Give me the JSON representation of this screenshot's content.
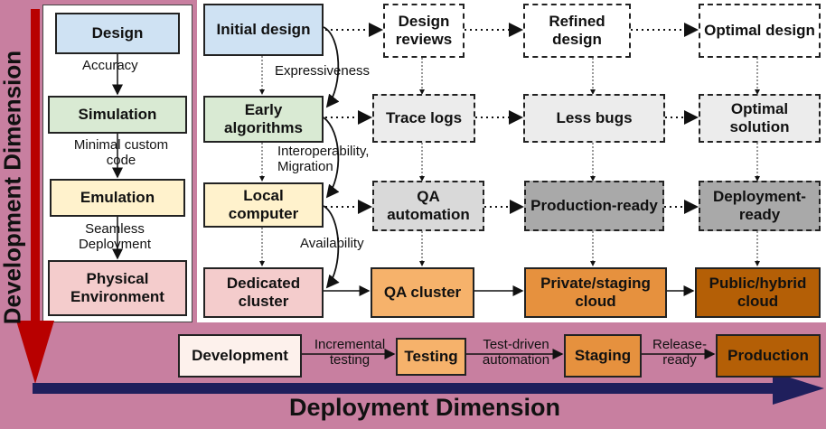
{
  "colors": {
    "background": "#c87fa0",
    "white_panel": "#ffffff",
    "design": "#cfe2f3",
    "simulation": "#d9ead3",
    "emulation": "#fff2cc",
    "physical": "#f4cccc",
    "gray_light": "#ececec",
    "gray_mid": "#d9d9d9",
    "gray_dark": "#a9a9a9",
    "orange_light": "#f6b26b",
    "orange_mid": "#e6913e",
    "orange_dark": "#b45f06",
    "red_arrow": "#b80000",
    "navy_arrow": "#1f1f5c"
  },
  "axes": {
    "development": "Development Dimension",
    "deployment": "Deployment Dimension"
  },
  "left_column": {
    "boxes": [
      "Design",
      "Simulation",
      "Emulation",
      "Physical Environment"
    ],
    "edges": [
      "Accuracy",
      "Minimal custom code",
      "Seamless Deployment"
    ]
  },
  "grid": {
    "rows": [
      [
        "Initial design",
        "Design reviews",
        "Refined design",
        "Optimal design"
      ],
      [
        "Early algorithms",
        "Trace logs",
        "Less bugs",
        "Optimal solution"
      ],
      [
        "Local computer",
        "QA automation",
        "Production-ready",
        "Deployment-ready"
      ],
      [
        "Dedicated cluster",
        "QA cluster",
        "Private/staging cloud",
        "Public/hybrid cloud"
      ]
    ],
    "edge_labels": [
      "Expressiveness",
      "Interoperability, Migration",
      "Availability"
    ]
  },
  "pipeline": {
    "stages": [
      "Development",
      "Testing",
      "Staging",
      "Production"
    ],
    "edges": [
      "Incremental testing",
      "Test-driven automation",
      "Release-ready"
    ]
  }
}
